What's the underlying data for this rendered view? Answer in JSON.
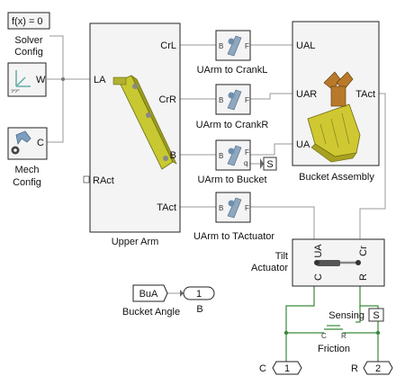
{
  "solver": {
    "equation": "f(x) = 0",
    "label_line1": "Solver",
    "label_line2": "Config"
  },
  "world": {
    "port": "W"
  },
  "mech": {
    "port": "C",
    "label_line1": "Mech",
    "label_line2": "Config"
  },
  "upper_arm": {
    "title": "Upper Arm",
    "ports_left": [
      "LA",
      "RAct"
    ],
    "ports_right": [
      "CrL",
      "CrR",
      "B",
      "TAct"
    ]
  },
  "transforms": [
    {
      "label": "UArm to CrankL",
      "base": "B",
      "follower": "F"
    },
    {
      "label": "UArm to CrankR",
      "base": "B",
      "follower": "F"
    },
    {
      "label": "UArm to Bucket",
      "base": "B",
      "follower": "F",
      "extra_port": "q"
    },
    {
      "label": "UArm to TActuator",
      "base": "B",
      "follower": "F"
    }
  ],
  "sensor_term": {
    "label": "S"
  },
  "bucket_assembly": {
    "title": "Bucket Assembly",
    "ports_left": [
      "UAL",
      "UAR",
      "UA"
    ],
    "ports_right": [
      "TAct"
    ]
  },
  "tilt_actuator": {
    "label_line1": "Tilt",
    "label_line2": "Actuator",
    "ports_top": [
      "UA",
      "Cr"
    ],
    "ports_bottom": [
      "C",
      "R"
    ]
  },
  "bucket_angle": {
    "source": "BuA",
    "outport_number": "1",
    "outport_name": "B",
    "label": "Bucket Angle"
  },
  "sensing": {
    "label": "Sensing",
    "port": "S"
  },
  "friction": {
    "label": "Friction",
    "port_c": "C",
    "port_r": "R"
  },
  "conn_ports": [
    {
      "name": "C",
      "number": "1"
    },
    {
      "name": "R",
      "number": "2"
    }
  ]
}
